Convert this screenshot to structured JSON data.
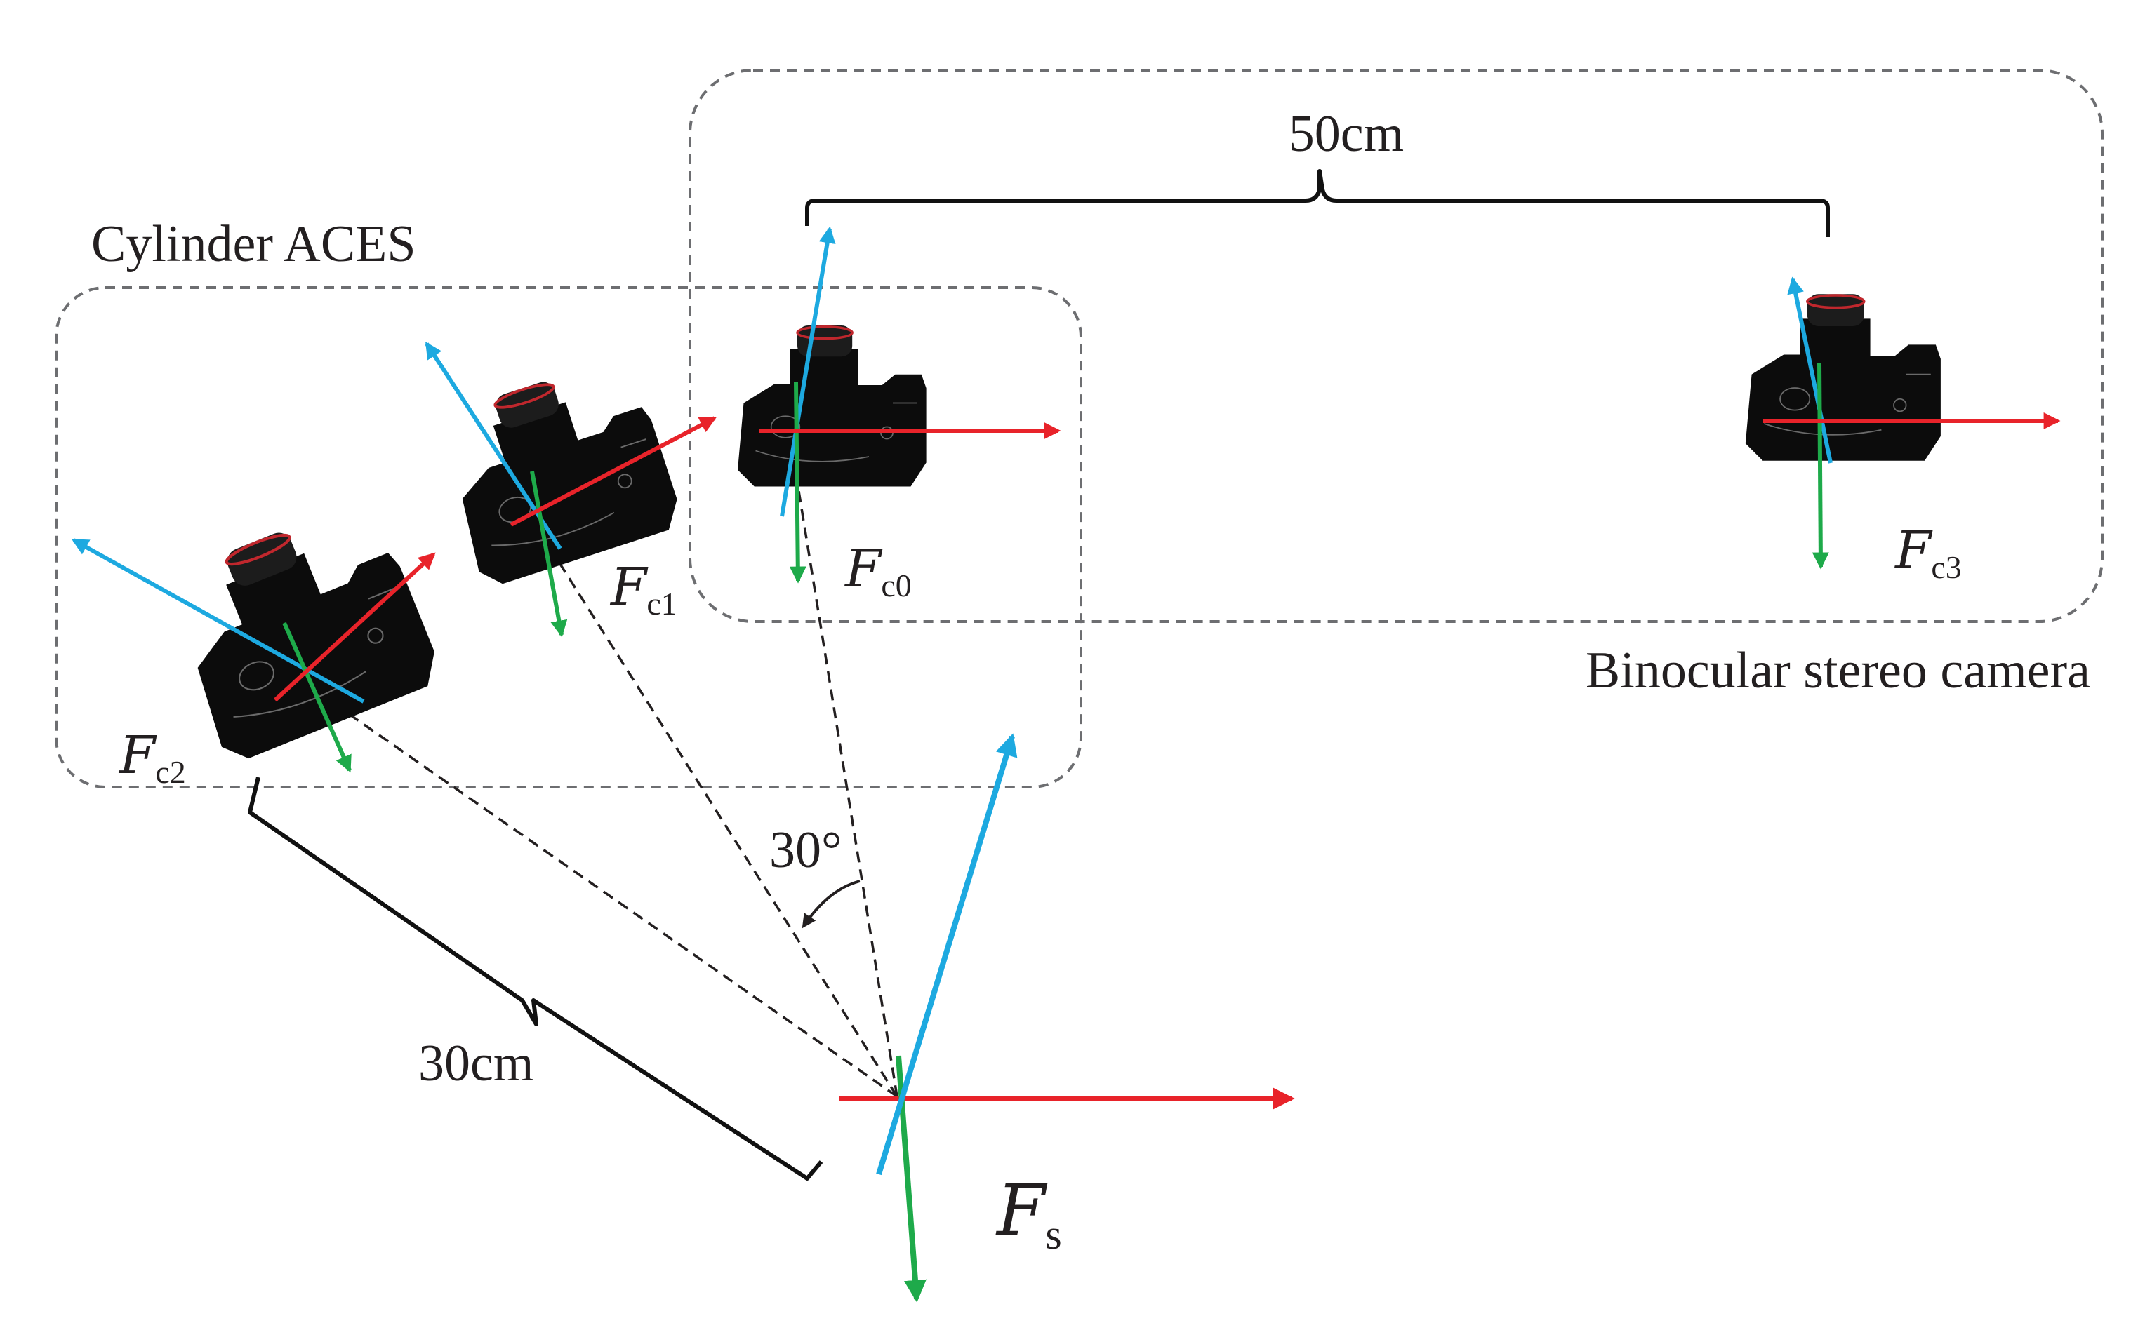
{
  "labels": {
    "dist_top": "50cm",
    "dist_bottom": "30cm",
    "angle": "30°",
    "cylinder": "Cylinder ACES",
    "stereo": "Binocular stereo camera"
  },
  "frames": {
    "script_letter": "F",
    "c0": "c0",
    "c1": "c1",
    "c2": "c2",
    "c3": "c3",
    "s": "s"
  },
  "axis_colors": {
    "x": "#e8232a",
    "y": "#1eaa4a",
    "z": "#1da9e0"
  },
  "icons": {
    "camera": "dslr-camera-icon"
  }
}
